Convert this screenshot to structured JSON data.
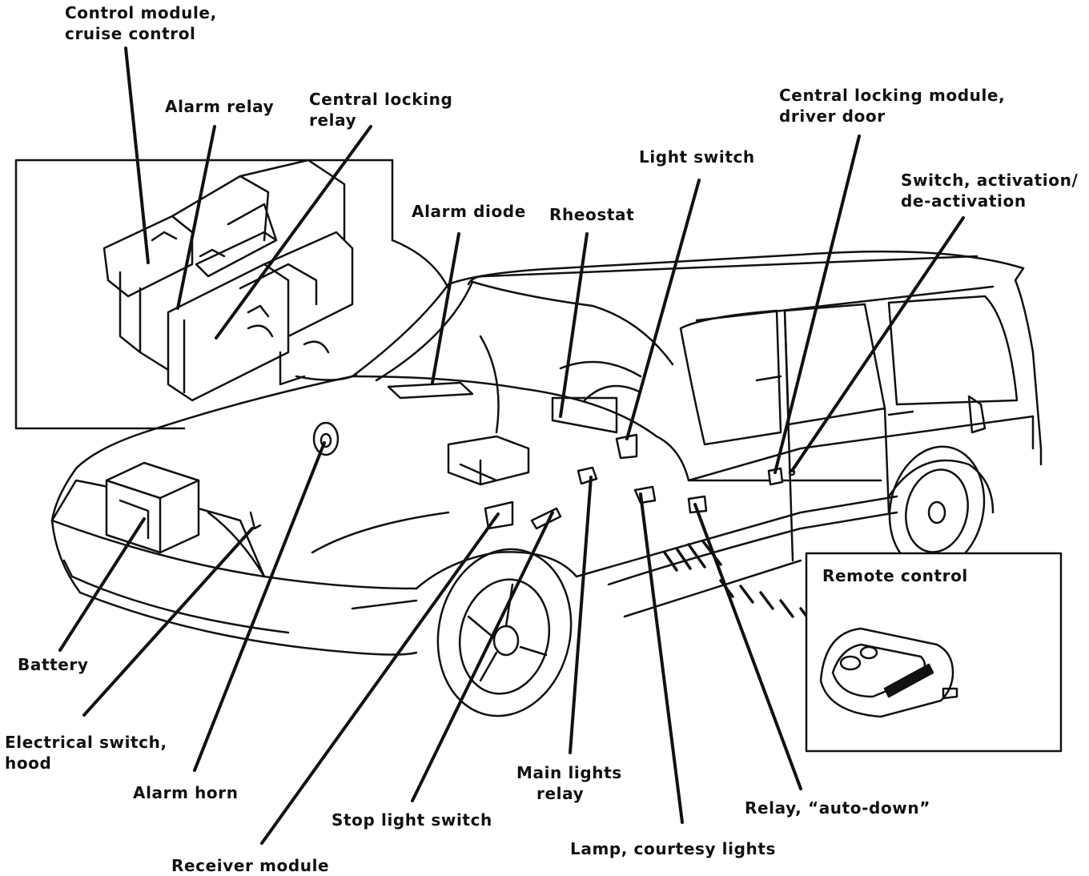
{
  "labels": {
    "control_module_cruise": [
      "Control module,",
      "cruise control"
    ],
    "alarm_relay": [
      "Alarm relay"
    ],
    "central_locking_relay": [
      "Central locking",
      "relay"
    ],
    "alarm_diode": [
      "Alarm diode"
    ],
    "rheostat": [
      "Rheostat"
    ],
    "light_switch": [
      "Light switch"
    ],
    "central_locking_module": [
      "Central locking module,",
      "driver door"
    ],
    "switch_activation": [
      "Switch, activation/",
      "de-activation"
    ],
    "remote_control": [
      "Remote control"
    ],
    "battery": [
      "Battery"
    ],
    "electrical_switch_hood": [
      "Electrical switch,",
      "hood"
    ],
    "alarm_horn": [
      "Alarm horn"
    ],
    "receiver_module": [
      "Receiver module"
    ],
    "stop_light_switch": [
      "Stop light switch"
    ],
    "main_lights_relay": [
      "Main lights",
      "relay"
    ],
    "lamp_courtesy_lights": [
      "Lamp, courtesy lights"
    ],
    "relay_auto_down": [
      "Relay, “auto-down”"
    ]
  }
}
